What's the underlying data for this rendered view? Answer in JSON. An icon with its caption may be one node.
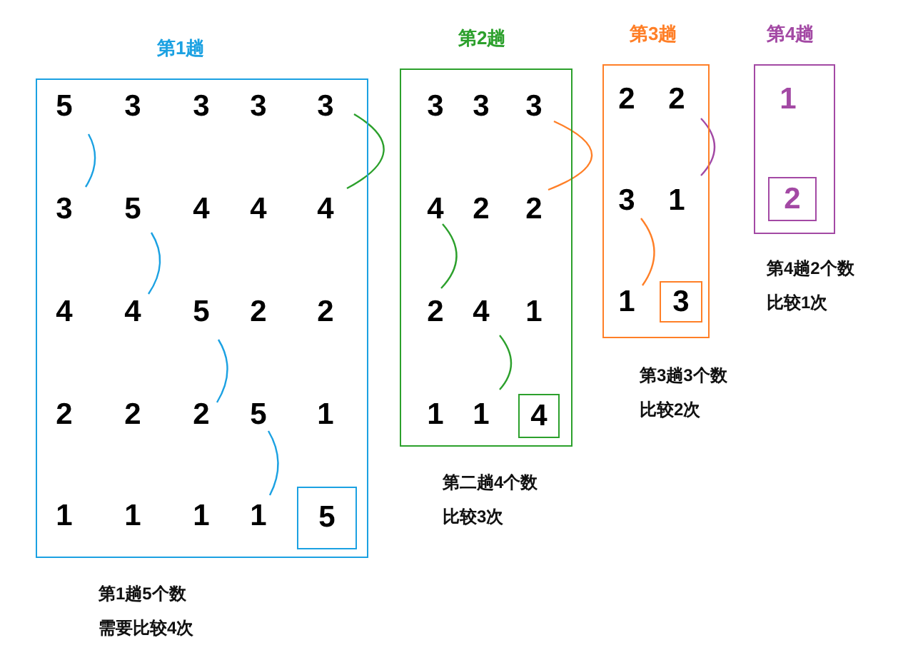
{
  "diagram": {
    "nodes": [
      {
        "text": [
          "第1趟"
        ],
        "beside": [
          "第1趟5个数",
          "需要比较4次"
        ]
      },
      {
        "text": [
          "5"
        ],
        "in": 0
      },
      {
        "text": [
          "第2趟"
        ],
        "beside": [
          "第二趟4个数",
          "比较3次"
        ]
      },
      {
        "text": [
          "4"
        ],
        "in": 2
      },
      {
        "text": [
          "第3趟"
        ],
        "beside": [
          "第3趟3个数",
          "比较2次"
        ]
      },
      {
        "text": [
          "3"
        ],
        "in": 4
      },
      {
        "text": [
          "第4趟"
        ],
        "beside": [
          "第4趟2个数",
          "比较1次"
        ]
      },
      {
        "text": [
          "2"
        ],
        "in": 6
      }
    ],
    "edges": [],
    "labels": [
      "5",
      "3",
      "3",
      "3",
      "3",
      "3",
      "5",
      "4",
      "4",
      "4",
      "4",
      "4",
      "5",
      "2",
      "2",
      "2",
      "2",
      "2",
      "5",
      "1",
      "1",
      "1",
      "1",
      "1",
      "3",
      "3",
      "3",
      "4",
      "2",
      "2",
      "2",
      "4",
      "1",
      "1",
      "1",
      "2",
      "2",
      "3",
      "1",
      "1",
      "1"
    ]
  }
}
